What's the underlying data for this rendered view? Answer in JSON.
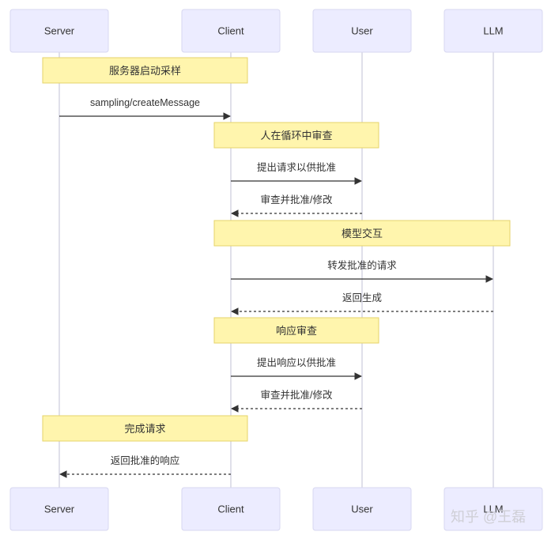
{
  "participants": [
    {
      "id": "server",
      "label": "Server"
    },
    {
      "id": "client",
      "label": "Client"
    },
    {
      "id": "user",
      "label": "User"
    },
    {
      "id": "llm",
      "label": "LLM"
    }
  ],
  "notes": [
    {
      "label": "服务器启动采样",
      "from": "server",
      "to": "client"
    },
    {
      "label": "人在循环中审查",
      "from": "client",
      "to": "user"
    },
    {
      "label": "模型交互",
      "from": "client",
      "to": "llm"
    },
    {
      "label": "响应审查",
      "from": "client",
      "to": "user"
    },
    {
      "label": "完成请求",
      "from": "server",
      "to": "client"
    }
  ],
  "messages": [
    {
      "label": "sampling/createMessage",
      "from": "server",
      "to": "client",
      "style": "solid"
    },
    {
      "label": "提出请求以供批准",
      "from": "client",
      "to": "user",
      "style": "solid"
    },
    {
      "label": "审查并批准/修改",
      "from": "user",
      "to": "client",
      "style": "dotted"
    },
    {
      "label": "转发批准的请求",
      "from": "client",
      "to": "llm",
      "style": "solid"
    },
    {
      "label": "返回生成",
      "from": "llm",
      "to": "client",
      "style": "dotted"
    },
    {
      "label": "提出响应以供批准",
      "from": "client",
      "to": "user",
      "style": "solid"
    },
    {
      "label": "审查并批准/修改",
      "from": "user",
      "to": "client",
      "style": "dotted"
    },
    {
      "label": "返回批准的响应",
      "from": "client",
      "to": "server",
      "style": "dotted"
    }
  ],
  "watermark": "知乎 @王磊"
}
